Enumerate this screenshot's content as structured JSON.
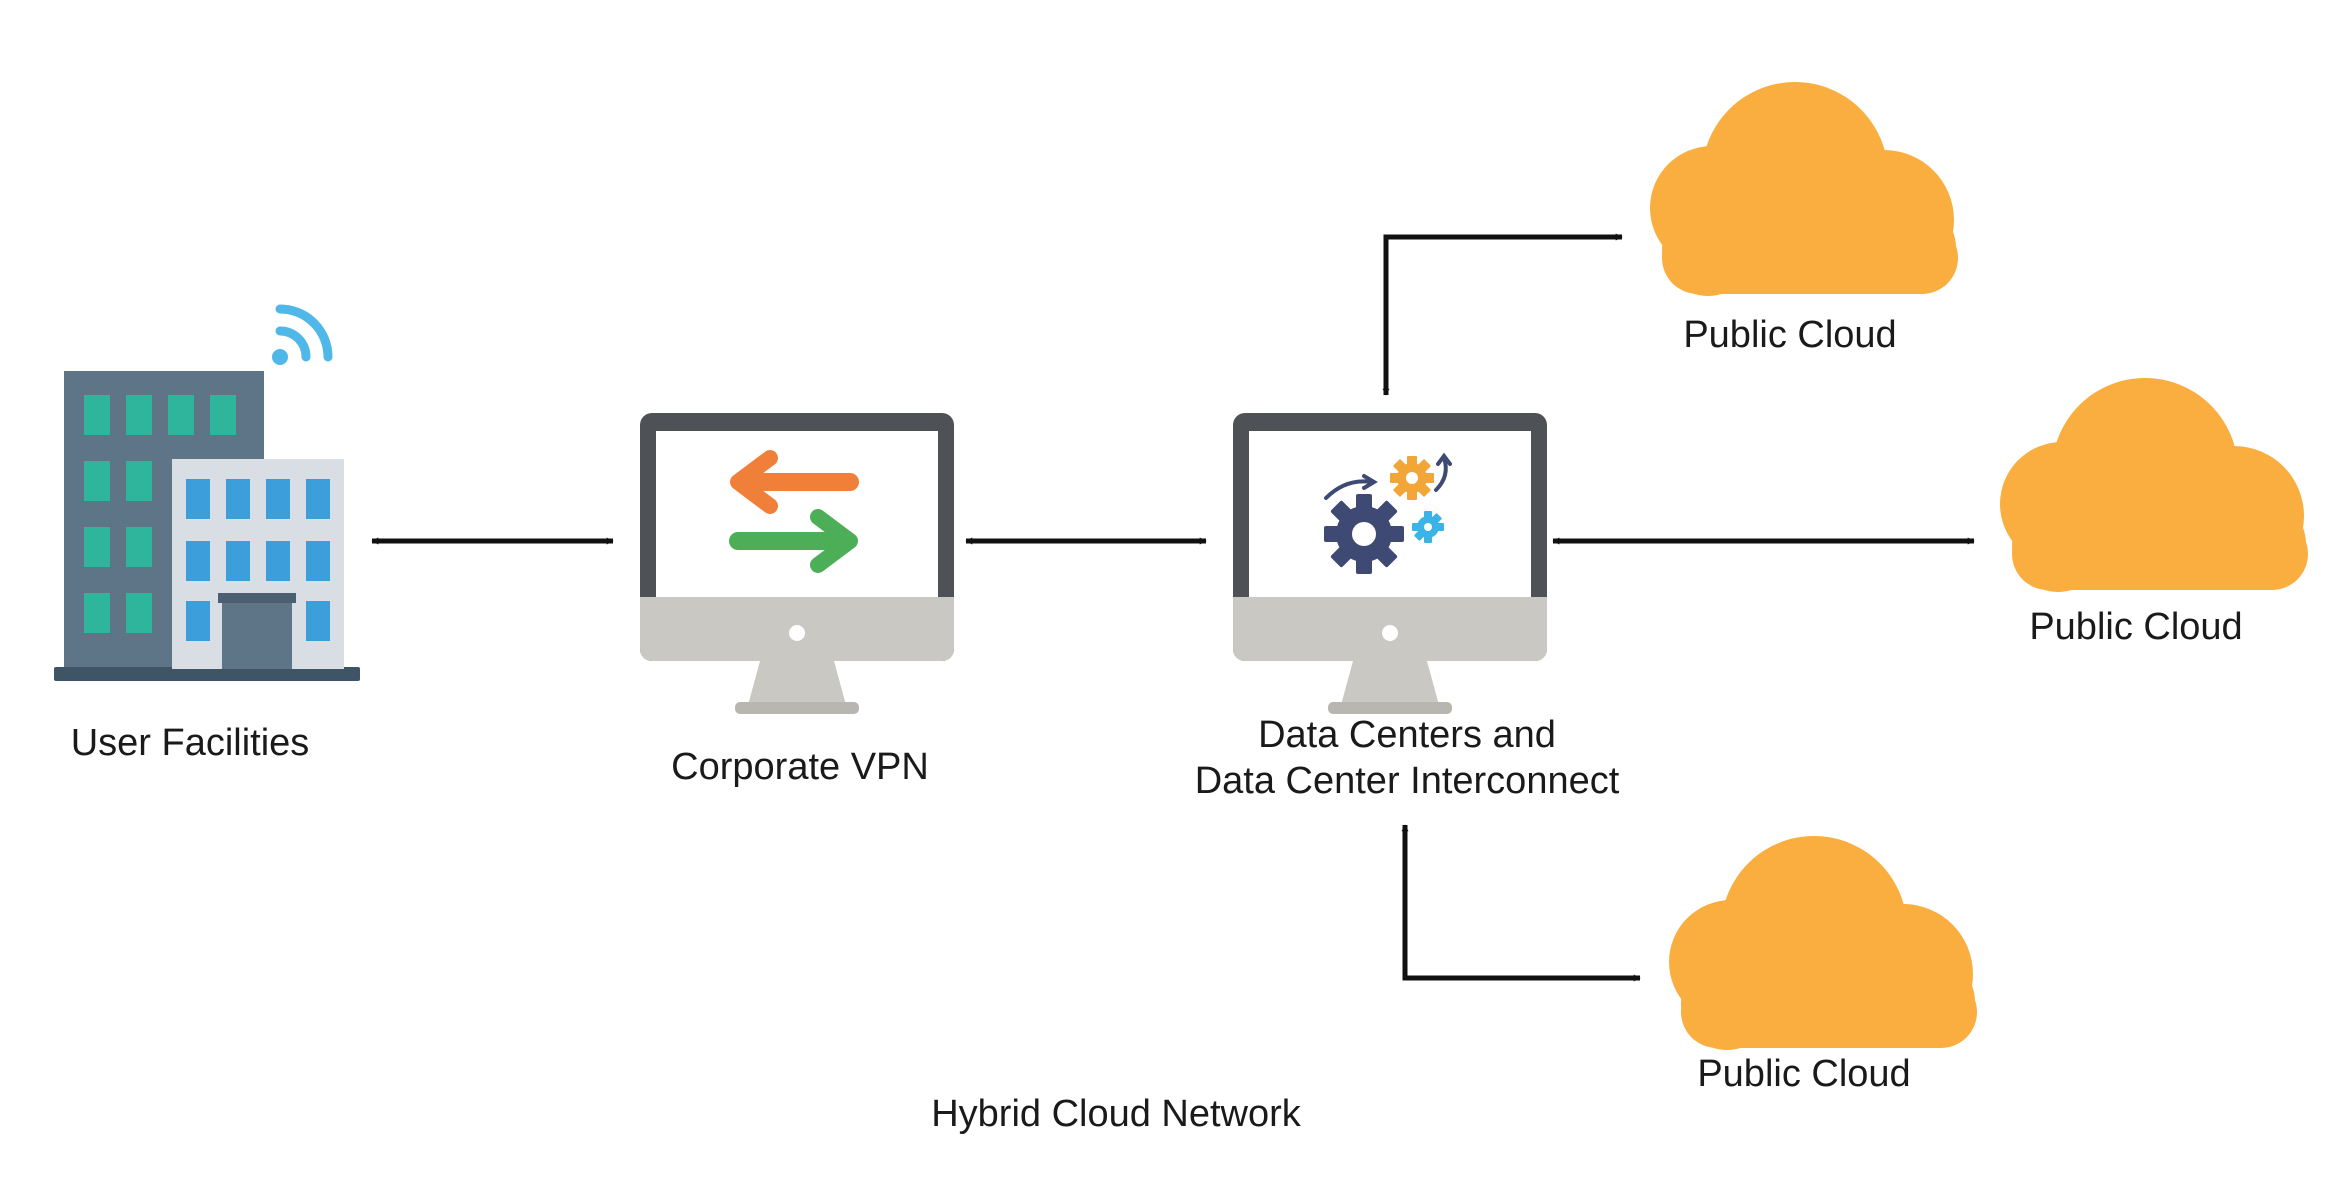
{
  "nodes": {
    "user_facilities": {
      "label": "User Facilities",
      "icon": "office-building-wifi-icon"
    },
    "corporate_vpn": {
      "label": "Corporate VPN",
      "icon": "monitor-exchange-arrows-icon"
    },
    "data_centers": {
      "label_line1": "Data Centers and",
      "label_line2": "Data Center Interconnect",
      "icon": "monitor-gears-icon"
    },
    "public_cloud_top": {
      "label": "Public Cloud",
      "icon": "cloud-icon"
    },
    "public_cloud_right": {
      "label": "Public Cloud",
      "icon": "cloud-icon"
    },
    "public_cloud_bottom": {
      "label": "Public Cloud",
      "icon": "cloud-icon"
    }
  },
  "caption": "Hybrid Cloud Network",
  "colors": {
    "cloud": "#F9AE3F",
    "arrow": "#111111",
    "building_dark": "#5E7587",
    "building_light": "#D8DEE3",
    "window_teal": "#2FB59B",
    "window_blue": "#3C9FD9",
    "wifi": "#4FB8E8",
    "monitor_frame": "#4E5256",
    "monitor_stand": "#C9C8C2",
    "arrow_orange": "#F07F3A",
    "arrow_green": "#4CAF58",
    "gear_navy": "#3E4A73",
    "gear_orange": "#F1A637",
    "gear_blue": "#3AB4E6"
  }
}
